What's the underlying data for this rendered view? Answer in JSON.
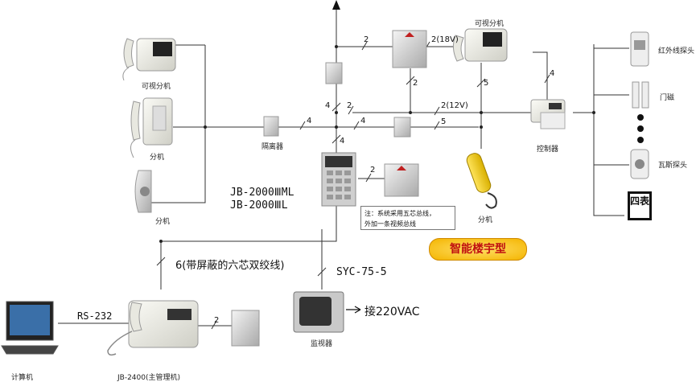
{
  "diagram": {
    "labels": {
      "video_phone_left": "可视分机",
      "phone_2": "分机",
      "phone_3": "分机",
      "isolator": "隔离器",
      "video_phone_top": "可视分机",
      "controller": "控制器",
      "pir_probe": "红外线探头",
      "door_magnet": "门磁",
      "gas_probe": "瓦斯探头",
      "handset_phone": "分机",
      "computer": "计算机",
      "master": "JB-2400(主管理机)",
      "monitor": "监视器"
    },
    "models": [
      "JB-2000ⅢML",
      "JB-2000ⅢL"
    ],
    "note_lines": [
      "注：系统采用五芯总线，",
      "外加一条视频总线"
    ],
    "title": "智能楼宇型",
    "meter": "四表",
    "cables": {
      "six_core": "6(带屏蔽的六芯双绞线)",
      "coax": "SYC-75-5",
      "rs232": "RS-232",
      "power": "接220VAC"
    },
    "wire_counts": {
      "top_2": "2",
      "top_2_18v": "2(18V)",
      "ctrl_4": "4",
      "w4_a": "4",
      "w2_a": "2",
      "w2_12v": "2(12V)",
      "w4_b": "4",
      "w4_c": "4",
      "w5_a": "5",
      "w2_b": "2",
      "w5_b": "5",
      "w4_d": "4",
      "w2_c": "2",
      "w2_d": "2"
    }
  }
}
